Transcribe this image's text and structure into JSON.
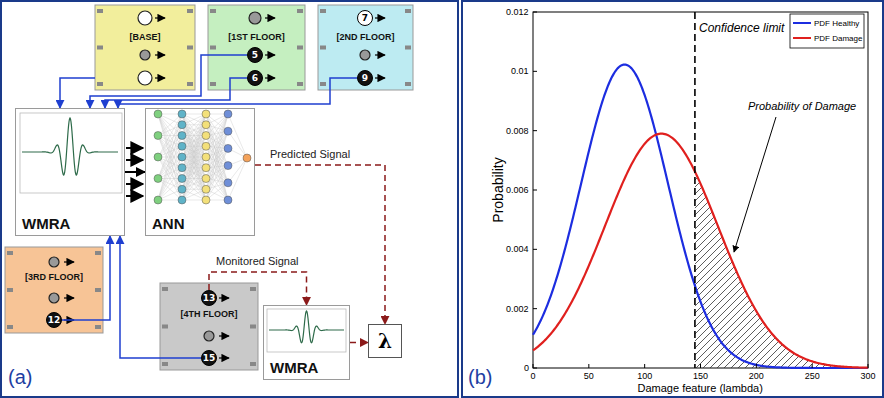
{
  "diagram": {
    "nodes": [
      {
        "text": [
          "[BASE]"
        ]
      },
      {
        "text": [
          "[1ST FLOOR]"
        ]
      },
      {
        "text": [
          "5"
        ],
        "in": 1
      },
      {
        "text": [
          "6"
        ],
        "in": 1
      },
      {
        "text": [
          "[2ND FLOOR]"
        ]
      },
      {
        "text": [
          "7"
        ],
        "in": 4
      },
      {
        "text": [
          "9"
        ],
        "in": 4
      },
      {
        "text": [
          "WMRA"
        ]
      },
      {
        "text": [
          "ANN"
        ]
      },
      {
        "text": [
          "[3RD FLOOR]"
        ]
      },
      {
        "text": [
          "12"
        ],
        "in": 9
      },
      {
        "text": [
          "[4TH FLOOR]"
        ]
      },
      {
        "text": [
          "13"
        ],
        "in": 11
      },
      {
        "text": [
          "15"
        ],
        "in": 11
      },
      {
        "text": [
          "WMRA"
        ]
      },
      {
        "text": [
          "λ"
        ]
      }
    ],
    "edges": [
      {
        "from": 0,
        "to": 7,
        "arrow": "to"
      },
      {
        "from": 2,
        "to": 7,
        "arrow": "to"
      },
      {
        "from": 3,
        "to": 7,
        "arrow": "to"
      },
      {
        "from": 6,
        "to": 7,
        "arrow": "to"
      },
      {
        "from": 10,
        "to": 7,
        "arrow": "to"
      },
      {
        "from": 13,
        "to": 7,
        "arrow": "to"
      },
      {
        "from": 7,
        "to": 8,
        "arrow": "to"
      },
      {
        "from": 8,
        "to": 15,
        "label": "Predicted Signal",
        "arrow": "to"
      },
      {
        "from": 12,
        "to": 14,
        "label": "Monitored Signal",
        "arrow": "to"
      },
      {
        "from": 14,
        "to": 15,
        "arrow": "to"
      }
    ],
    "labels": [
      "(a)",
      "Confidence limit",
      "Probability of Damage",
      "Probability",
      "0.012",
      "0.01",
      "0.008",
      "0.006",
      "0.004",
      "0.002",
      "0",
      "0",
      "50",
      "100",
      "150",
      "200",
      "250",
      "300",
      "Damage feature (lambda)",
      "(b)"
    ],
    "legend": [
      {
        "text": "PDF Healthy"
      },
      {
        "text": "PDF Damage"
      }
    ]
  }
}
